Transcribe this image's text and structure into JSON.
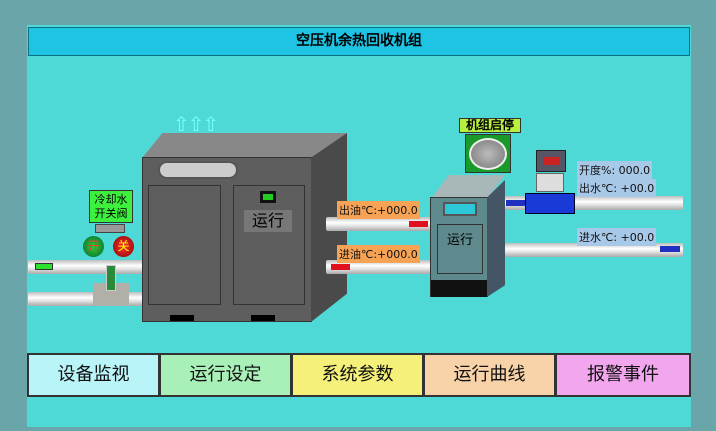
{
  "title": "空压机余热回收机组",
  "compressor": {
    "status": "运行"
  },
  "valve": {
    "label": "冷却水开关阀",
    "open": "开",
    "close": "关"
  },
  "unit": {
    "start_stop": "机组启停",
    "status": "运行"
  },
  "readings": {
    "oil_out": "出油℃:+000.0",
    "oil_in": "进油℃:+000.0",
    "opening": "开度%: 000.0",
    "water_out": "出水℃: +00.0",
    "water_in": "进水℃: +00.0"
  },
  "nav": [
    {
      "label": "设备监视",
      "color": "#b8f4f8"
    },
    {
      "label": "运行设定",
      "color": "#a8f0b8"
    },
    {
      "label": "系统参数",
      "color": "#f4f07a"
    },
    {
      "label": "运行曲线",
      "color": "#f8d2a8"
    },
    {
      "label": "报警事件",
      "color": "#f2a6ee"
    }
  ]
}
